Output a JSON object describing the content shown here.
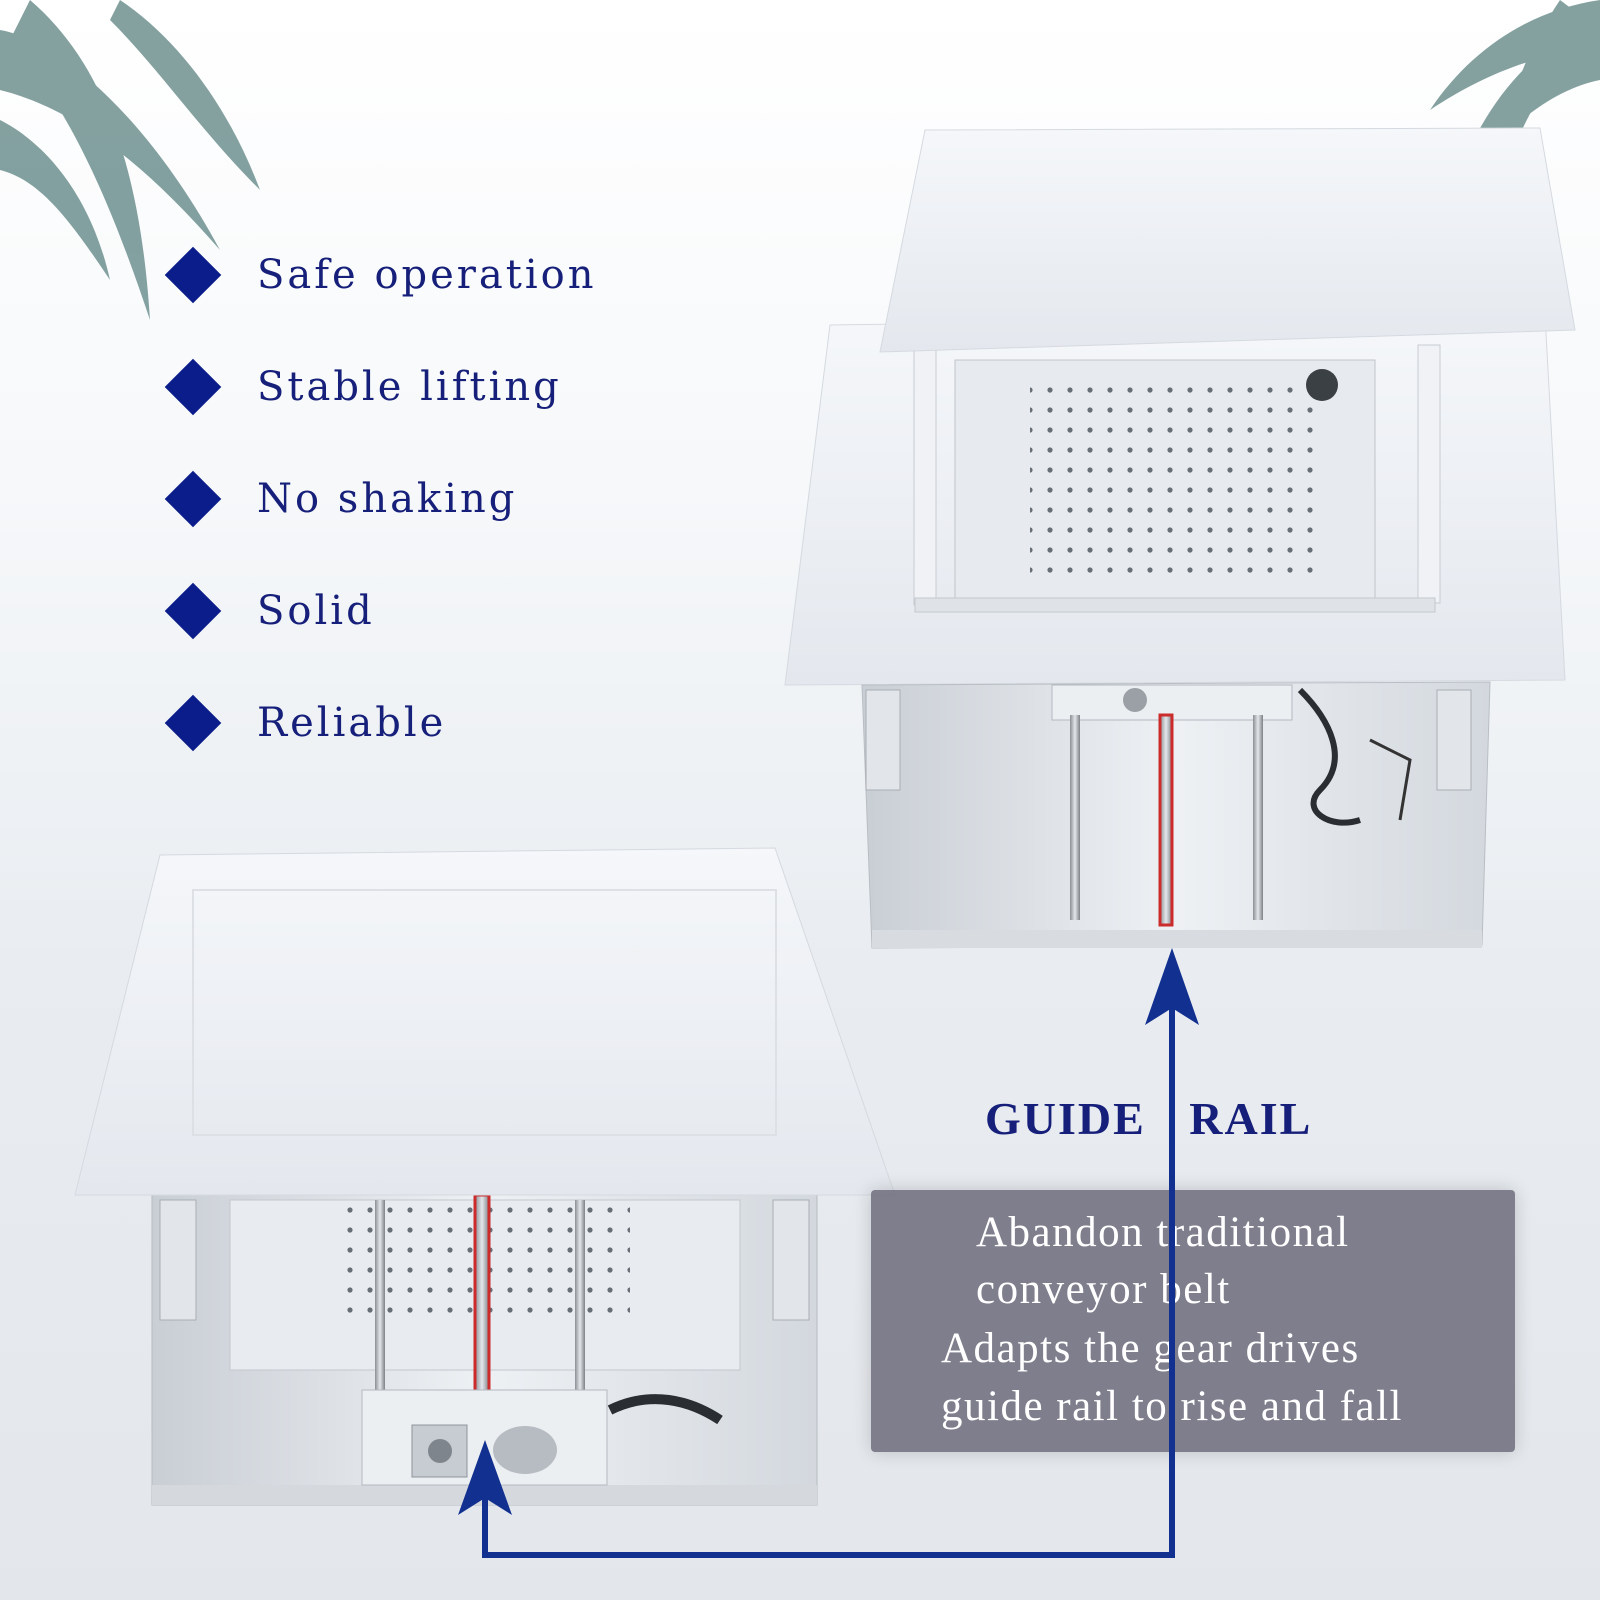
{
  "features": [
    {
      "label": "Safe operation"
    },
    {
      "label": "Stable lifting"
    },
    {
      "label": "No shaking"
    },
    {
      "label": "Solid"
    },
    {
      "label": "Reliable"
    }
  ],
  "guide_label": "GUIDE RAIL",
  "info_box": {
    "lines": [
      "Abandon traditional",
      "conveyor belt",
      "Adapts the gear drives",
      "guide rail to rise and fall"
    ]
  },
  "colors": {
    "accent": "#0a1d8a",
    "text": "#16207a",
    "arrow": "#12308f",
    "rail_highlight": "#cc2b2b",
    "info_box": "#706e80"
  },
  "icons": {
    "bullet": "diamond-icon",
    "decoration": "palm-leaf-icon"
  }
}
